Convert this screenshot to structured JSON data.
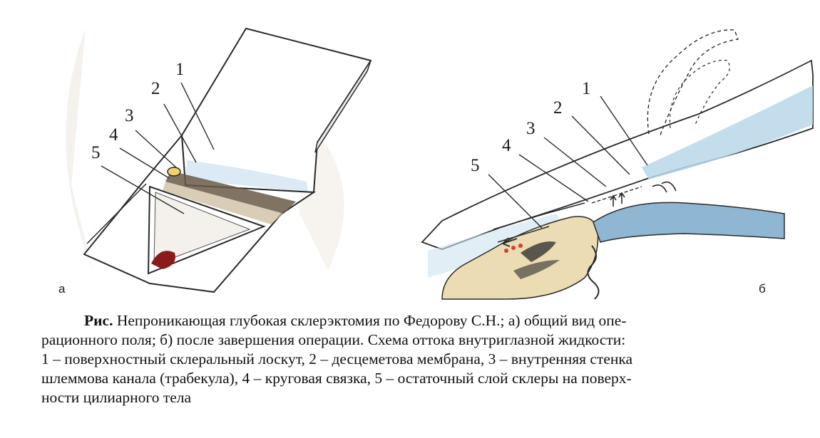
{
  "figure": {
    "panel_a": {
      "letter": "а",
      "labels": [
        "1",
        "2",
        "3",
        "4",
        "5"
      ]
    },
    "panel_b": {
      "letter": "б",
      "labels": [
        "1",
        "2",
        "3",
        "4",
        "5"
      ]
    },
    "colors": {
      "ink": "#2a2a2a",
      "sclera_blue": "#b9d7ea",
      "iris_blue": "#8fb7d3",
      "ciliary_tan": "#ecdcb4",
      "blood_red": "#8b1a1a",
      "arrow_red": "#e03a2f"
    }
  },
  "caption": {
    "bold": "Рис.",
    "line1": " Непроникающая глубокая склерэктомия по Федорову С.Н.; а) общий вид опе-",
    "line2": "рационного поля; б) после завершения операции. Схема оттока внутриглазной жидкости:",
    "line3": "1 – поверхностный склеральный лоскут, 2 – десцеметова мембрана, 3 – внутренняя стенка",
    "line4": "шлеммова канала (трабекула), 4 – круговая связка, 5 – остаточный слой склеры на поверх-",
    "line5": "ности цилиарного тела"
  }
}
